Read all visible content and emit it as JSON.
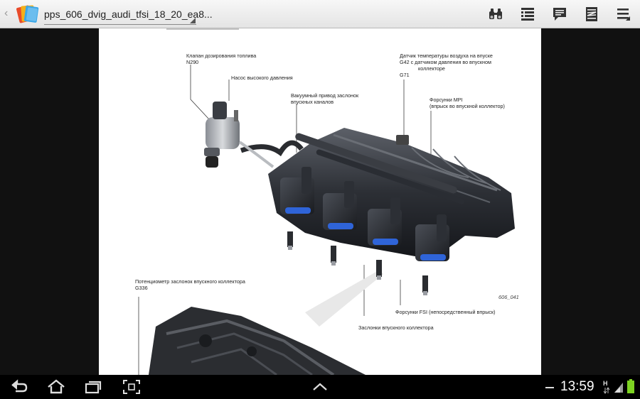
{
  "app": {
    "document_title": "pps_606_dvig_audi_tfsi_18_20_ea8..."
  },
  "toolbar": {
    "icons": [
      "binoculars-icon",
      "outline-icon",
      "comment-icon",
      "annotations-icon",
      "overflow-menu-icon"
    ]
  },
  "page": {
    "labels": {
      "fuel_valve": [
        "Клапан дозирования топлива",
        "N290"
      ],
      "hp_pump": "Насос высокого давления",
      "vacuum_actuator": [
        "Вакуумный привод заслонок",
        "впускных каналов"
      ],
      "air_temp_sensor": [
        "Датчик температуры воздуха на впуске",
        "G42 с датчиком давления во впускном",
        "коллекторе",
        "G71"
      ],
      "mpi_injectors": [
        "Форсунки MPI",
        "(впрыск во впускной коллектор)"
      ],
      "potentiometer": [
        "Потенциометр заслонок впускного коллектора",
        "G336"
      ],
      "figure_id": "606_041",
      "fsi_injectors": "Форсунки FSI (непосредственный впрыск)",
      "intake_flaps": "Заслонки впускного коллектора"
    }
  },
  "status": {
    "time": "13:59",
    "signal_letter": "H"
  },
  "colors": {
    "accent_blue": "#2f64d8",
    "battery_green": "#7dd321"
  }
}
